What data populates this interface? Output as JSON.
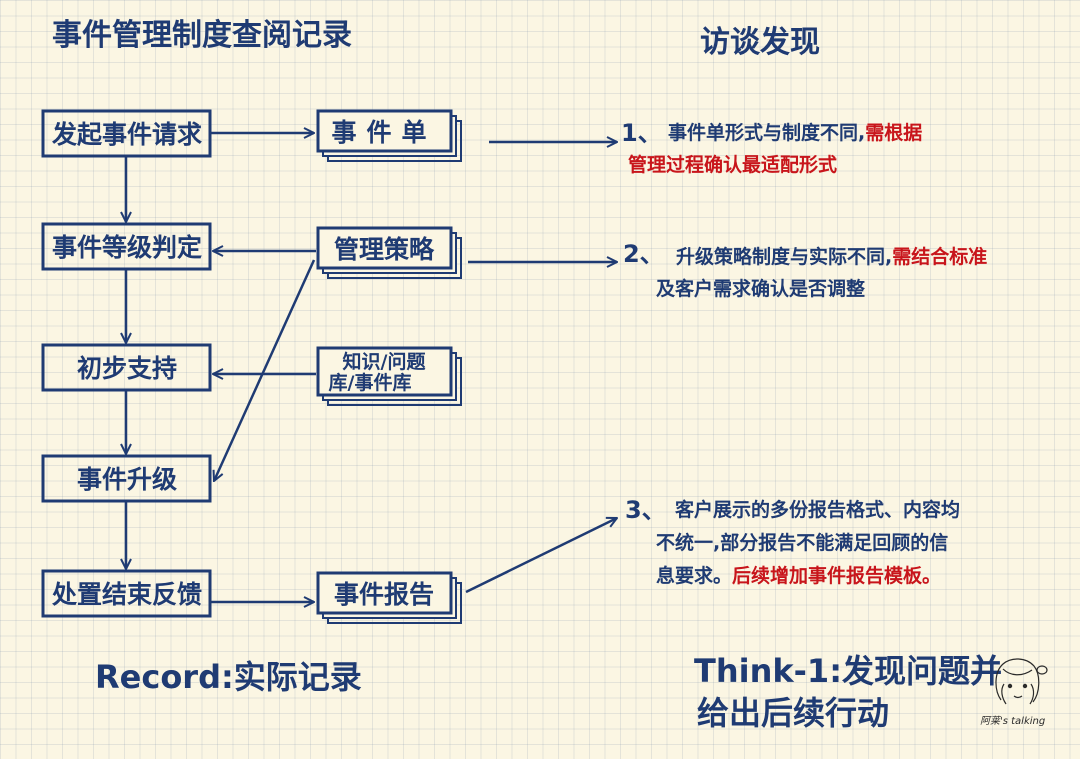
{
  "headings": {
    "left": "事件管理制度查阅记录",
    "right": "访谈发现"
  },
  "process": {
    "step1": "发起事件请求",
    "step2": "事件等级判定",
    "step3": "初步支持",
    "step4": "事件升级",
    "step5": "处置结束反馈"
  },
  "documents": {
    "incident_form": "事件单",
    "mgmt_policy": "管理策略",
    "knowledge_base_line1": "知识/问题",
    "knowledge_base_line2": "库/事件库",
    "incident_report": "事件报告"
  },
  "findings": [
    {
      "number": "1、",
      "line1_blue": "事件单形式与制度不同,",
      "line1_red": "需根据",
      "line2_red": "管理过程确认最适配形式"
    },
    {
      "number": "2、",
      "line1_blue": "升级策略制度与实际不同,",
      "line1_red": "需结合标准",
      "line2_blue": "及客户需求确认是否调整"
    },
    {
      "number": "3、",
      "line1_blue": "客户展示的多份报告格式、内容均",
      "line2_blue": "不统一,部分报告不能满足回顾的信",
      "line3_blue": "息要求。",
      "line3_red": "后续增加事件报告模板。"
    }
  ],
  "footer": {
    "record": "Record:实际记录",
    "think_line1": "Think-1:发现问题并",
    "think_line2": "给出后续行动"
  },
  "signature": "阿莱's talking",
  "colors": {
    "ink": "#1f3b73",
    "highlight": "#c8151b",
    "paper": "#fbf6e3"
  }
}
